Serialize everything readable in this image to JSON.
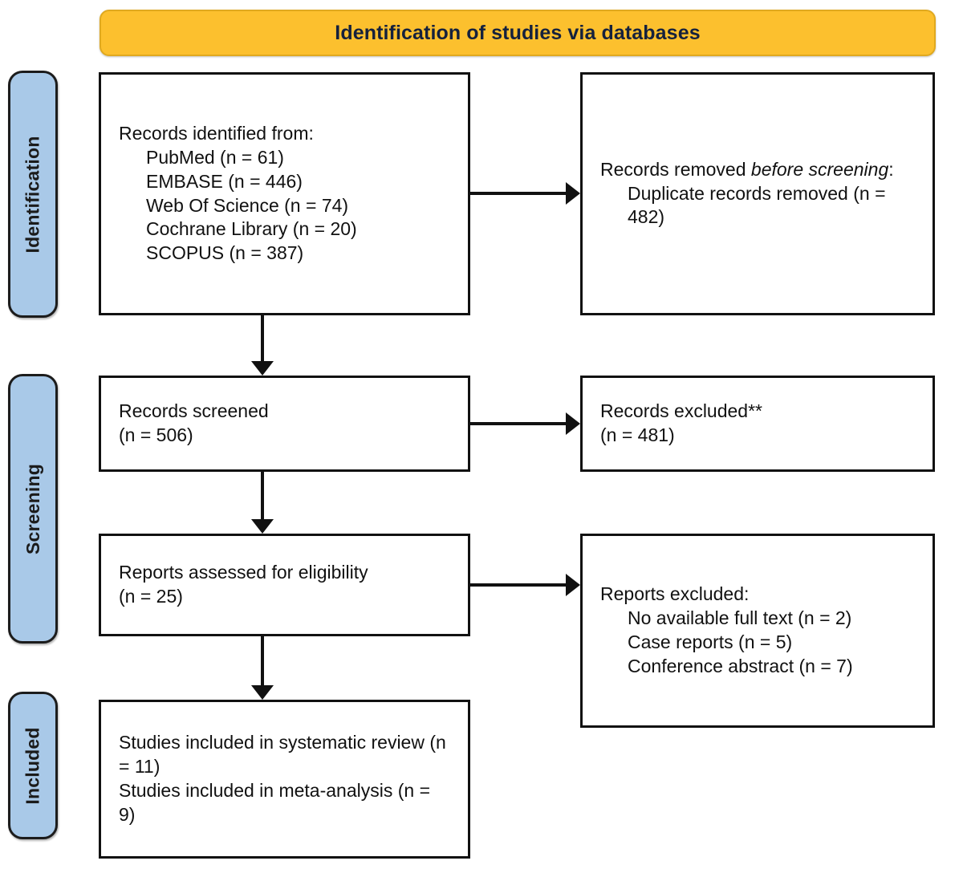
{
  "banner": {
    "title": "Identification of studies via databases",
    "bg_color": "#fcc02e",
    "text_color": "#15213d"
  },
  "stages": [
    {
      "key": "identification",
      "label": "Identification"
    },
    {
      "key": "screening",
      "label": "Screening"
    },
    {
      "key": "included",
      "label": "Included"
    }
  ],
  "stage_color": "#a9c9e8",
  "boxes": {
    "identified": {
      "title": "Records identified from:",
      "items": [
        "PubMed (n = 61)",
        "EMBASE (n = 446)",
        "Web Of Science (n = 74)",
        "Cochrane Library (n = 20)",
        "SCOPUS (n = 387)"
      ]
    },
    "removed": {
      "title_plain": "Records removed ",
      "title_italic": "before screening",
      "title_colon": ":",
      "item": "Duplicate records removed (n = 482)"
    },
    "screened": {
      "line1": "Records screened",
      "line2": "(n = 506)"
    },
    "records_excluded": {
      "line1": "Records excluded**",
      "line2": "(n = 481)"
    },
    "assessed": {
      "line1": "Reports assessed for eligibility",
      "line2": "(n = 25)"
    },
    "reports_excluded": {
      "title": "Reports excluded:",
      "items": [
        "No available full text (n = 2)",
        "Case reports (n = 5)",
        "Conference abstract (n = 7)"
      ]
    },
    "studies": {
      "line1": "Studies included in systematic review (n = 11)",
      "line2": "Studies included in meta-analysis (n = 9)"
    }
  }
}
